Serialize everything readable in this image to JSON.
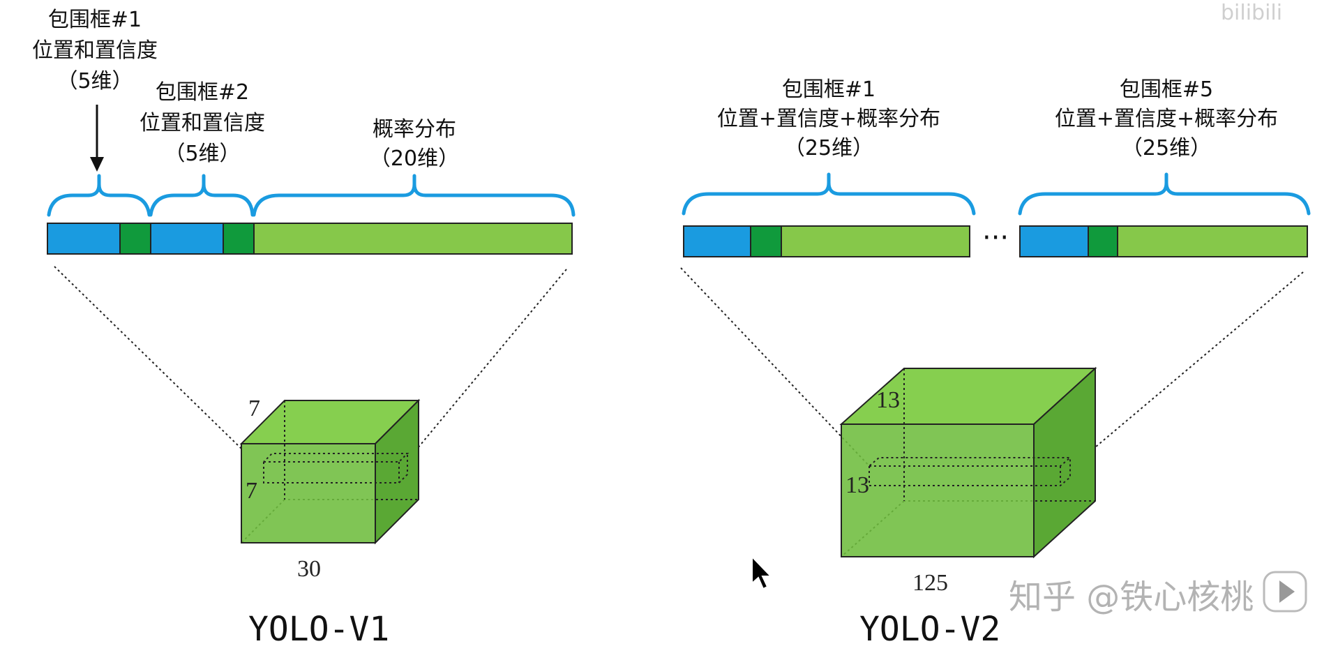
{
  "colors": {
    "blue": "#1a9be0",
    "dark_green": "#109a3c",
    "light_green": "#86c84a",
    "cube_front": "#6ebd3e",
    "cube_top": "#86cf4f",
    "cube_side": "#5aa834",
    "brace": "#1a9be0"
  },
  "v1": {
    "box1": {
      "line1": "包围框#1",
      "line2": "位置和置信度",
      "line3": "（5维）"
    },
    "box2": {
      "line1": "包围框#2",
      "line2": "位置和置信度",
      "line3": "（5维）"
    },
    "prob": {
      "line1": "概率分布",
      "line2": "（20维）"
    },
    "dims": {
      "depth": "7",
      "height": "7",
      "width": "30"
    },
    "title": "YOLO-V1"
  },
  "v2": {
    "box1": {
      "line1": "包围框#1",
      "line2": "位置+置信度+概率分布",
      "line3": "（25维）"
    },
    "box5": {
      "line1": "包围框#5",
      "line2": "位置+置信度+概率分布",
      "line3": "（25维）"
    },
    "ellipsis": "···",
    "dims": {
      "depth": "13",
      "height": "13",
      "width": "125"
    },
    "title": "YOLO-V2"
  },
  "watermark": {
    "zhihu": "知乎 @铁心核桃",
    "bilibili": "bilibili"
  }
}
